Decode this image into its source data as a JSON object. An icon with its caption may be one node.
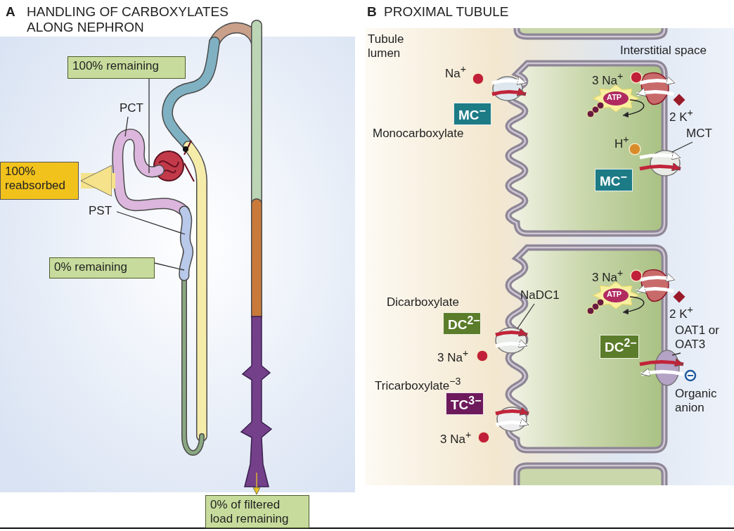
{
  "diagram": {
    "nodes": [
      {
        "text": [
          "PCT"
        ]
      },
      {
        "text": [],
        "shape": "picture"
      },
      {
        "text": [
          "100% remaining"
        ]
      },
      {
        "text": [
          "100% reabsorbed"
        ]
      },
      {
        "text": [
          "PST"
        ]
      },
      {
        "text": [],
        "shape": "picture"
      },
      {
        "text": [
          "0% remaining"
        ]
      },
      {
        "text": [],
        "shape": "picture"
      },
      {
        "text": [
          "0% of filtered load remaining"
        ]
      },
      {
        "text": [
          "MC$^{−}$"
        ]
      },
      {
        "text": [
          "MC$^{−}$"
        ]
      },
      {
        "text": [
          "MCT"
        ]
      },
      {
        "text": [],
        "shape": "circle"
      },
      {
        "text": [
          "NaDC1"
        ]
      },
      {
        "text": [],
        "shape": "circle"
      },
      {
        "text": [
          "DC$^{2−}$"
        ]
      },
      {
        "text": [
          "TC$^{3−}$"
        ]
      },
      {
        "text": [
          "DC$^{2−}$"
        ]
      },
      {
        "text": [
          "OAT1 or OAT3"
        ]
      },
      {
        "text": [],
        "shape": "circle"
      }
    ],
    "edges": [
      {
        "from": 0,
        "to": 1,
        "arrow": "none"
      },
      {
        "from": 2,
        "to": 1,
        "arrow": "none"
      },
      {
        "from": 1,
        "to": 3,
        "arrow": "to",
        "style": "thick",
        "color": "#f5e28a"
      },
      {
        "from": 4,
        "to": 5,
        "arrow": "none"
      },
      {
        "from": 6,
        "to": 5,
        "arrow": "none"
      },
      {
        "from": 7,
        "to": 8,
        "arrow": "to",
        "color": "#e8c420"
      },
      {
        "from": 11,
        "to": 12,
        "arrow": "none"
      },
      {
        "from": 13,
        "to": 14,
        "arrow": "none"
      },
      {
        "from": 18,
        "to": 19,
        "arrow": "none"
      }
    ],
    "labels": [
      "A",
      "HANDLING OF CARBOXYLATES ALONG NEPHRON",
      "B",
      "PROXIMAL TUBULE",
      "Tubule lumen",
      "Interstitial space",
      "Na$^{+}$",
      "Monocarboxylate",
      "3 Na$^{+}$",
      "ATP",
      "2 K$^{+}$",
      "H$^{+}$",
      "3 Na$^{+}$",
      "ATP",
      "2 K$^{+}$",
      "Dicarboxylate",
      "3 Na$^{+}$",
      "Tricarboxylate$^{−3}$",
      "3 Na$^{+}$",
      "Organic anion"
    ]
  }
}
